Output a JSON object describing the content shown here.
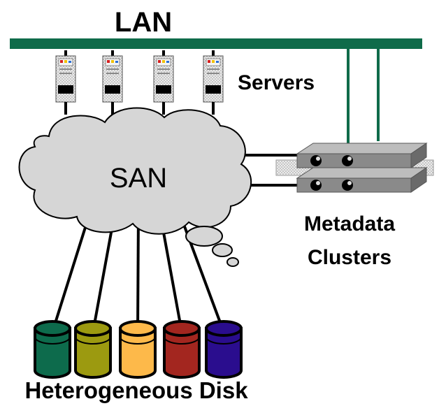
{
  "labels": {
    "lan": "LAN",
    "servers": "Servers",
    "san": "SAN",
    "metadata_line1": "Metadata",
    "metadata_line2": "Clusters",
    "disk": "Heterogeneous Disk"
  },
  "colors": {
    "lan_bus": "#0f6b4a",
    "cloud_fill": "#d6d6d6",
    "cloud_stroke": "#000000",
    "cable": "#000000",
    "server_body": "#e6e6e6",
    "server_drive": "#000000",
    "metadata_top": "#bdbdbd",
    "metadata_front": "#7a7a7a"
  },
  "servers": [
    {
      "name": "server-1"
    },
    {
      "name": "server-2"
    },
    {
      "name": "server-3"
    },
    {
      "name": "server-4"
    }
  ],
  "disks": [
    {
      "name": "disk-green",
      "color": "#0d6b4c"
    },
    {
      "name": "disk-olive",
      "color": "#9c9a10"
    },
    {
      "name": "disk-orange",
      "color": "#fdb94a"
    },
    {
      "name": "disk-red",
      "color": "#a3261f"
    },
    {
      "name": "disk-purple",
      "color": "#2a0d8e"
    }
  ]
}
